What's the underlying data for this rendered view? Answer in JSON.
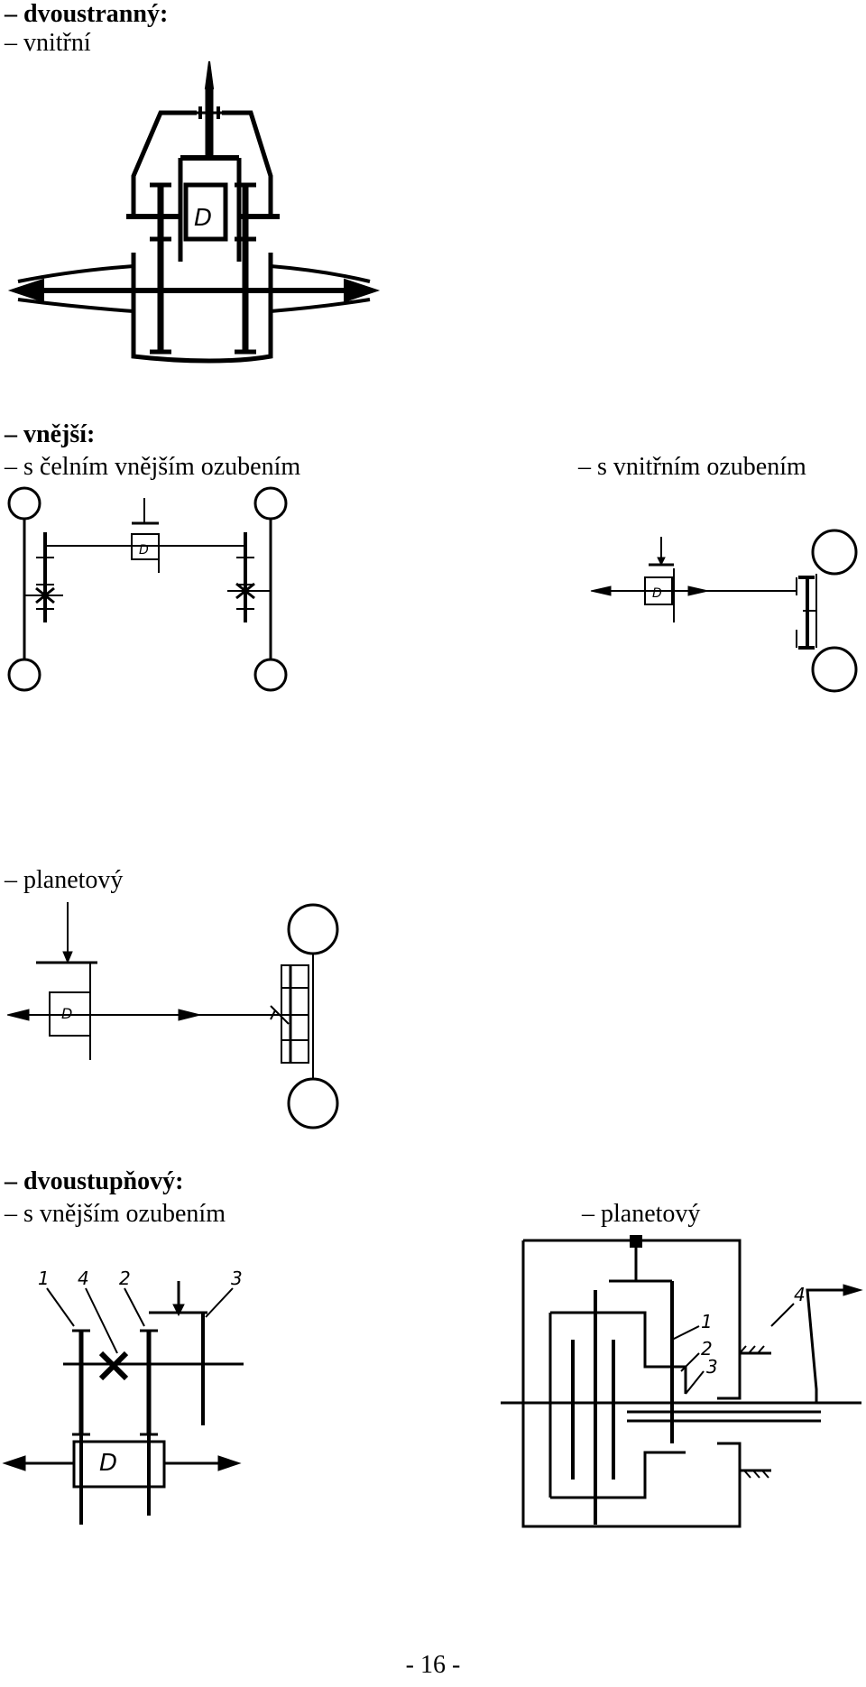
{
  "headings": {
    "bilateral": "– dvoustranný:",
    "inner": "– vnitřní",
    "outer": "– vnější:",
    "spur_outer": "– s čelním vnějším ozubením",
    "inner_toothing": "– s vnitřním ozubením",
    "planetary": "– planetový",
    "two_stage": "– dvoustupňový:",
    "outer_toothing": "– s vnějším ozubením",
    "planetary_2": "– planetový"
  },
  "figure_labels": {
    "diff": "D",
    "n1": "1",
    "n2": "2",
    "n3": "3",
    "n4": "4"
  },
  "page_number": "- 16 -"
}
